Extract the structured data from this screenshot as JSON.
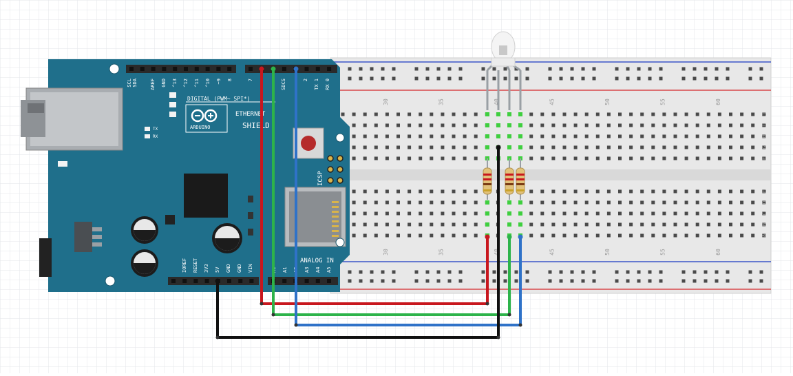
{
  "board": {
    "brand": "ARDUINO",
    "shield_name_line1": "ETHERNET",
    "shield_name_line2": "SHIELD",
    "digital_label": "DIGITAL (PWM~ SPI*)",
    "analog_label": "ANALOG IN",
    "icsp_label": "ICSP",
    "tx_label": "TX",
    "rx_label": "RX",
    "top_pin_labels": [
      "SCL",
      "SDA",
      "AREF",
      "GND",
      "^13",
      "^12",
      "^11",
      "^10",
      "~9",
      "8",
      "7",
      "SDCS",
      "2",
      "TX 1",
      "RX 0"
    ],
    "power_pin_labels": [
      "IOREF",
      "RESET",
      "3V3",
      "5V",
      "GND",
      "GND",
      "VIN"
    ],
    "analog_pin_labels": [
      "A0",
      "A1",
      "A2",
      "A3",
      "A4",
      "A5"
    ]
  },
  "breadboard": {
    "column_numbers": [
      "30",
      "35",
      "40",
      "45",
      "50",
      "55",
      "60"
    ],
    "row_letters_top": [
      "J",
      "I",
      "H",
      "G",
      "F"
    ],
    "row_letters_bottom": [
      "E",
      "D",
      "C",
      "B",
      "A"
    ]
  },
  "colors": {
    "board": "#1f6f8b",
    "wire_red": "#c8171e",
    "wire_green": "#2db34a",
    "wire_blue": "#2f72c8",
    "wire_black": "#111111",
    "rail_red": "#d8484a",
    "rail_blue": "#3a55c8"
  },
  "components": {
    "led": "rgb-led-common-cathode",
    "resistor_count": 3
  }
}
